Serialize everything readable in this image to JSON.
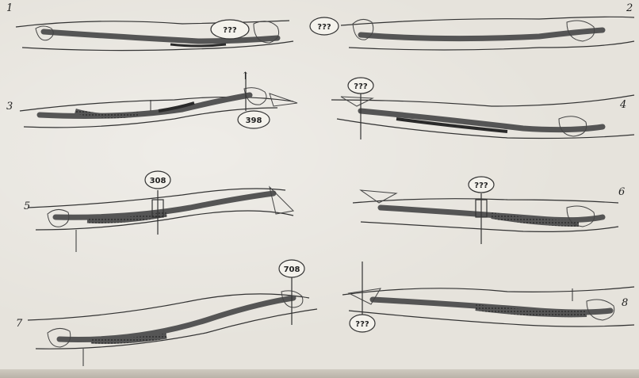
{
  "figure": {
    "panels": [
      {
        "id": "panel-1",
        "number": "1",
        "tag": "???"
      },
      {
        "id": "panel-2",
        "number": "2",
        "tag": "???"
      },
      {
        "id": "panel-3",
        "number": "3",
        "tag": "398"
      },
      {
        "id": "panel-4",
        "number": "4",
        "tag": "???"
      },
      {
        "id": "panel-5",
        "number": "5",
        "tag": "308"
      },
      {
        "id": "panel-6",
        "number": "6",
        "tag": "???"
      },
      {
        "id": "panel-7",
        "number": "7",
        "tag": "708"
      },
      {
        "id": "panel-8",
        "number": "8",
        "tag": "???"
      }
    ]
  },
  "colors": {
    "ink": "#222222",
    "paper": "#e6e3dc",
    "shade": "#3a3a3a"
  }
}
